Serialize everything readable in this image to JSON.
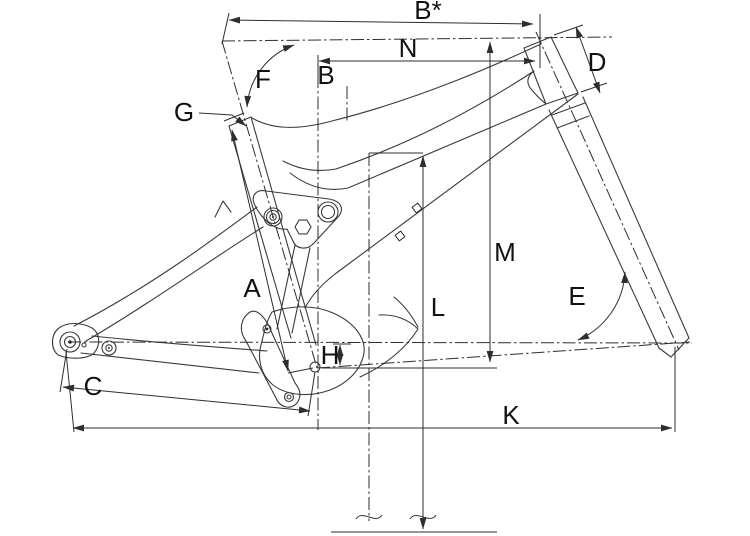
{
  "diagram": {
    "kind": "bicycle-frame-geometry-line-drawing",
    "labels": {
      "b_star": "B*",
      "n": "N",
      "b": "B",
      "f": "F",
      "g": "G",
      "d": "D",
      "a": "A",
      "m": "M",
      "l": "L",
      "e": "E",
      "h": "H",
      "c": "C",
      "k": "K"
    },
    "colors": {
      "background": "#ffffff",
      "line": "#3a3a3a",
      "label": "#111111"
    }
  }
}
